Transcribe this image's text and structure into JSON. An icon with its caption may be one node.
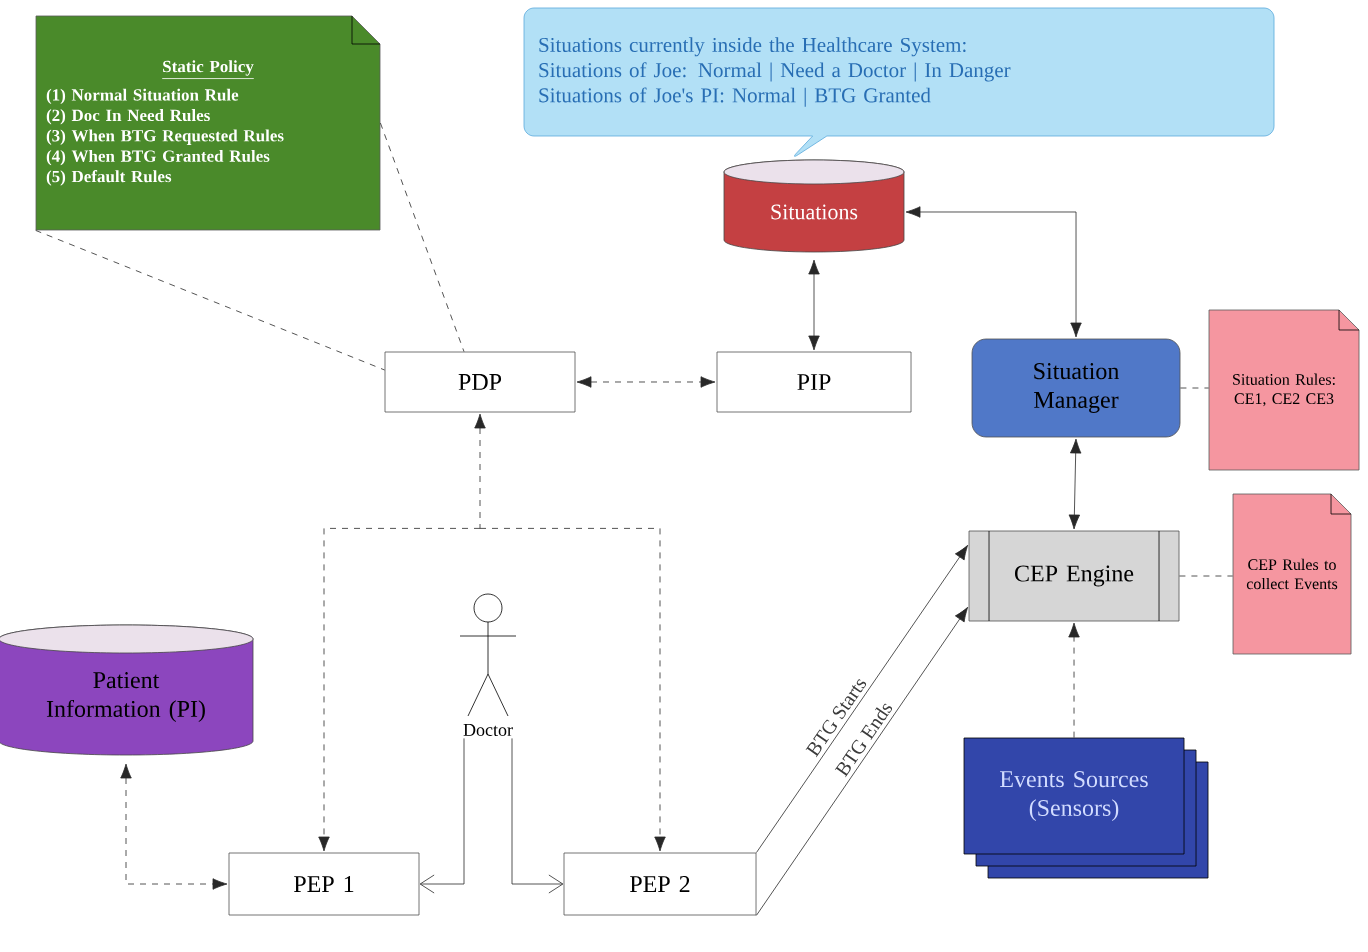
{
  "diagram": {
    "nodes": [
      {
        "text": [
          "Static Policy",
          "(1) Normal Situation Rule",
          "(2) Doc In Need Rules",
          "(3) When BTG Requested Rules",
          "(4) When BTG Granted Rules",
          "(5) Default Rules"
        ]
      },
      {
        "text": [
          "Situations currently inside the Healthcare System:",
          "Situations of Joe: Normal | Need a Doctor | In Danger",
          "Situations of Joe's PI: Normal | BTG Granted"
        ]
      },
      {
        "text": [
          "Situations"
        ]
      },
      {
        "text": [
          "PDP"
        ]
      },
      {
        "text": [
          "PIP"
        ]
      },
      {
        "text": [
          "Situation Manager"
        ]
      },
      {
        "text": [
          "Situation Rules: CE1, CE2 CE3"
        ]
      },
      {
        "text": [
          "CEP Engine"
        ]
      },
      {
        "text": [
          "CEP Rules to collect Events"
        ]
      },
      {
        "text": [
          "Patient Information (PI)"
        ]
      },
      {
        "text": [
          "Doctor"
        ]
      },
      {
        "text": [
          "PEP 1"
        ]
      },
      {
        "text": [
          "PEP 2"
        ]
      },
      {
        "text": [
          "Events Sources (Sensors)"
        ]
      }
    ],
    "edges": [
      {
        "from": 0,
        "to": 3,
        "arrow": "none",
        "style": "dashed"
      },
      {
        "from": 0,
        "to": 3,
        "arrow": "none",
        "style": "dashed"
      },
      {
        "from": 3,
        "to": 4,
        "arrow": "both",
        "style": "dashed"
      },
      {
        "from": 2,
        "to": 4,
        "arrow": "both"
      },
      {
        "from": 2,
        "to": 5,
        "arrow": "both"
      },
      {
        "from": 5,
        "to": 7,
        "arrow": "both"
      },
      {
        "from": 5,
        "to": 6,
        "arrow": "none",
        "style": "dashed"
      },
      {
        "from": 7,
        "to": 8,
        "arrow": "none",
        "style": "dashed"
      },
      {
        "from": 13,
        "to": 7,
        "arrow": "to",
        "style": "dashed"
      },
      {
        "from": 12,
        "to": 7,
        "arrow": "to",
        "label": "BTG Starts"
      },
      {
        "from": 12,
        "to": 7,
        "arrow": "to",
        "label": "BTG Ends"
      },
      {
        "from": 3,
        "to": 11,
        "arrow": "both",
        "style": "dashed"
      },
      {
        "from": 3,
        "to": 12,
        "arrow": "both",
        "style": "dashed"
      },
      {
        "from": 9,
        "to": 11,
        "arrow": "both",
        "style": "dashed"
      },
      {
        "from": 10,
        "to": 11,
        "arrow": "to"
      },
      {
        "from": 10,
        "to": 12,
        "arrow": "to"
      }
    ]
  }
}
